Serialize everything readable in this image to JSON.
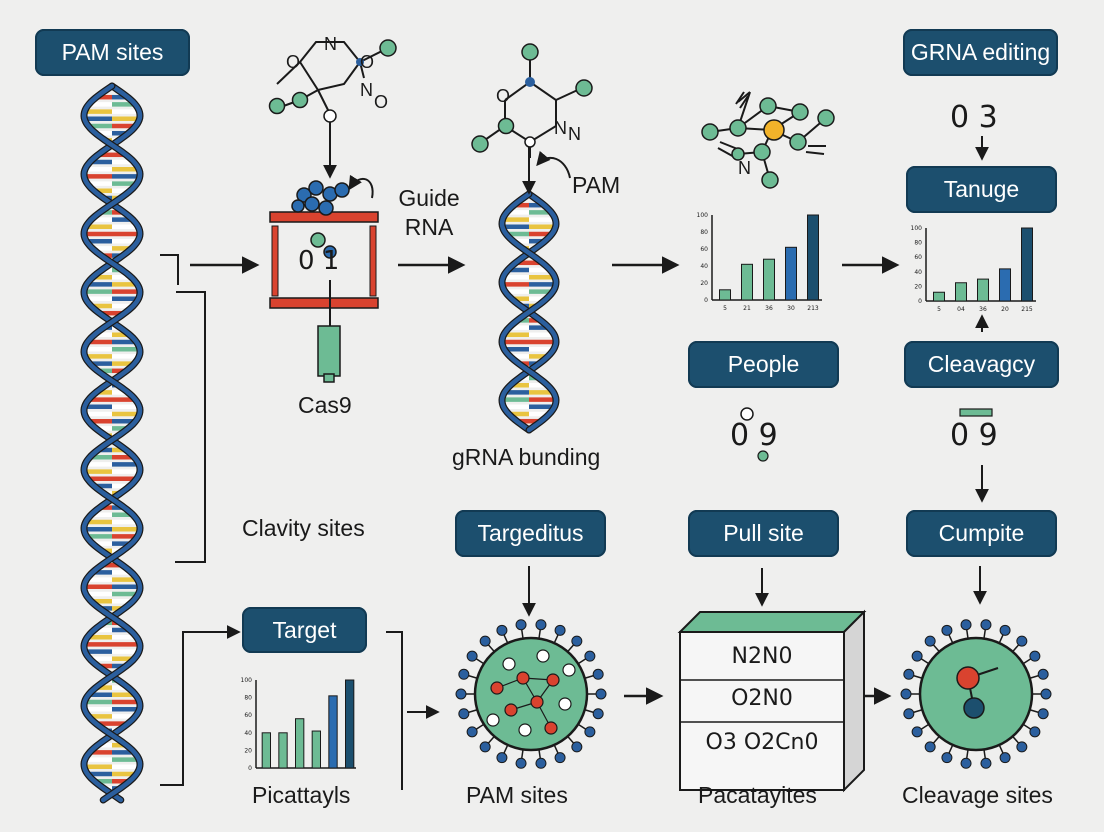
{
  "labels": {
    "pam_sites_top": "PAM sites",
    "grna_editing": "GRNA editing",
    "guide_rna": "Guide RNA",
    "pam": "PAM",
    "cas9": "Cas9",
    "grna_bunding": "gRNA bunding",
    "tanuge": "Tanuge",
    "people": "People",
    "cleavagcy": "Cleavagcy",
    "clavity_sites": "Clavity sites",
    "targeditus": "Targeditus",
    "pull_site": "Pull site",
    "cumpite": "Cumpite",
    "target": "Target",
    "picattayls": "Picattayls",
    "pam_sites_bottom": "PAM sites",
    "pacatayites": "Pacatayites",
    "cleavage_sites": "Cleavage sites"
  },
  "formulas": {
    "cas9_box": "0 1",
    "right_top": "0 3",
    "people_value": "0 9",
    "cleavagcy_value": "0 9"
  },
  "molecule_atoms": {
    "top_left": [
      "O",
      "N",
      "N",
      "O",
      "O"
    ],
    "middle": [
      "O",
      "N",
      "N"
    ],
    "right": [
      "N"
    ]
  },
  "table_box": {
    "rows": [
      "N2N0",
      "O2N0",
      "O3 O2Cn0"
    ]
  },
  "colors": {
    "pill_bg": "#1c4f6e",
    "helix_blue": "#2b5f9e",
    "green": "#6dbb94",
    "red": "#d9432f",
    "yellow": "#e9c440",
    "orange": "#f2b32a",
    "dark": "#1a1a1a"
  },
  "chart_data": [
    {
      "type": "bar",
      "ytick_labels": [
        "100",
        "80",
        "60",
        "40",
        "20",
        "0"
      ],
      "xtick_labels": [
        "5",
        "21",
        "36",
        "30",
        "213"
      ],
      "values": [
        12,
        42,
        48,
        62,
        100
      ],
      "ylim": [
        0,
        100
      ],
      "bar_colors": [
        "#6dbb94",
        "#6dbb94",
        "#6dbb94",
        "#2b6cb0",
        "#1c4f6e"
      ]
    },
    {
      "type": "bar",
      "ytick_labels": [
        "100",
        "80",
        "60",
        "40",
        "20",
        "0"
      ],
      "xtick_labels": [
        "5",
        "04",
        "36",
        "20",
        "215"
      ],
      "values": [
        12,
        25,
        30,
        44,
        100
      ],
      "ylim": [
        0,
        100
      ],
      "bar_colors": [
        "#6dbb94",
        "#6dbb94",
        "#6dbb94",
        "#2b6cb0",
        "#1c4f6e"
      ]
    },
    {
      "type": "bar",
      "ytick_labels": [
        "100",
        "80",
        "60",
        "40",
        "20",
        "0"
      ],
      "xtick_labels": [],
      "values": [
        40,
        40,
        56,
        42,
        82,
        100
      ],
      "ylim": [
        0,
        100
      ],
      "bar_colors": [
        "#6dbb94",
        "#6dbb94",
        "#6dbb94",
        "#6dbb94",
        "#2b6cb0",
        "#1c4f6e"
      ]
    }
  ]
}
